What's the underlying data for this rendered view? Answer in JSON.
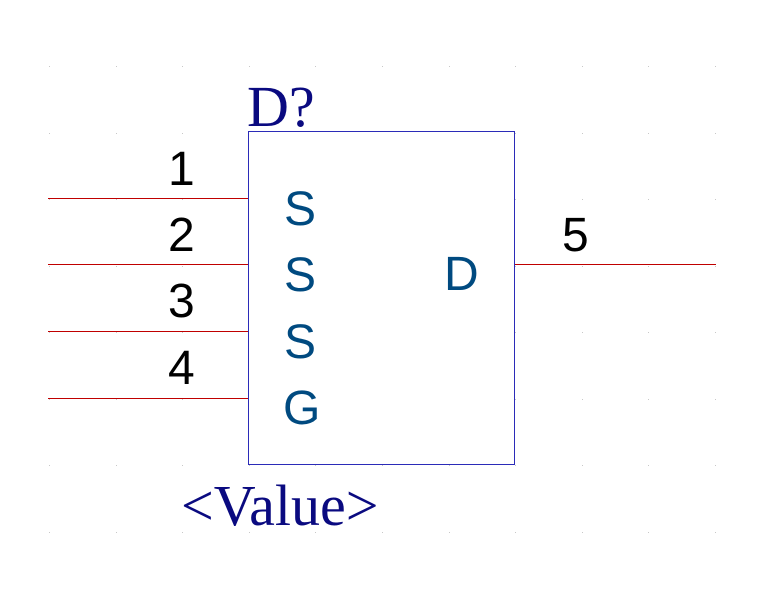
{
  "symbol": {
    "designator": "D?",
    "value": "<Value>",
    "colors": {
      "body_outline": "#2b2bb8",
      "pin_line": "#c00000",
      "pin_name": "#004a80",
      "label": "#0a0a80",
      "pin_number": "#000000",
      "grid": "#c8c8c8"
    },
    "pins": [
      {
        "number": "1",
        "name": "S",
        "side": "left"
      },
      {
        "number": "2",
        "name": "S",
        "side": "left"
      },
      {
        "number": "3",
        "name": "S",
        "side": "left"
      },
      {
        "number": "4",
        "name": "G",
        "side": "left"
      },
      {
        "number": "5",
        "name": "D",
        "side": "right"
      }
    ]
  }
}
